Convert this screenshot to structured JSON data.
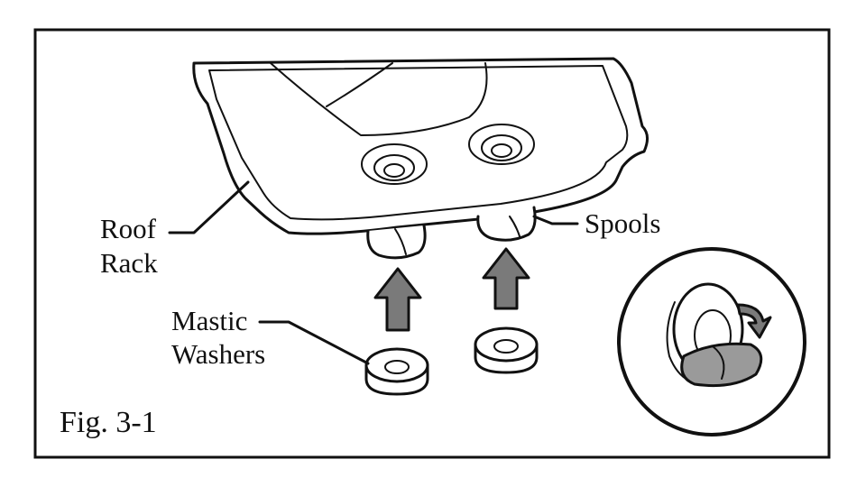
{
  "figure": {
    "labels": {
      "roof_rack_line1": "Roof",
      "roof_rack_line2": "Rack",
      "spools": "Spools",
      "mastic_line1": "Mastic",
      "mastic_line2": "Washers",
      "fig_caption": "Fig. 3-1"
    },
    "colors": {
      "line": "#111111",
      "arrow_fill": "#7a7a7a",
      "washer_shade": "#9a9a9a",
      "background": "#ffffff"
    },
    "icons": [
      "up-arrow-icon",
      "rotate-arrow-icon"
    ]
  }
}
